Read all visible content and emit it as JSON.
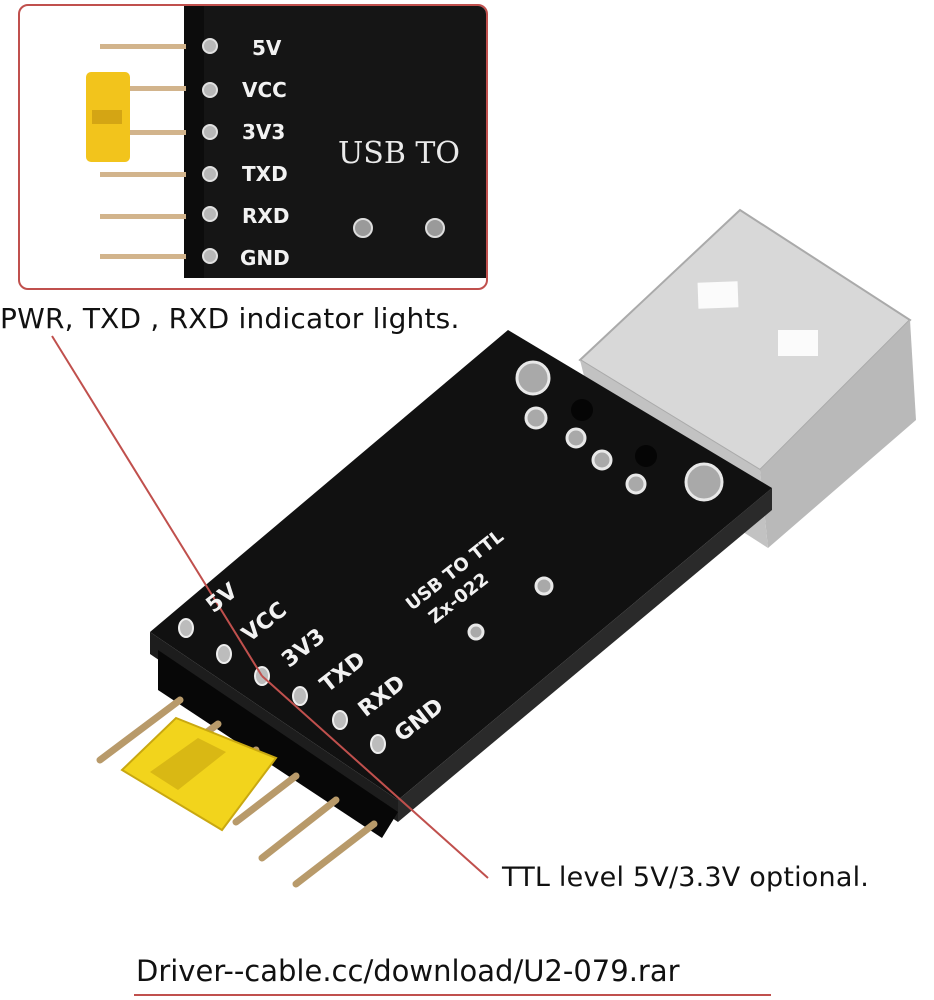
{
  "inset": {
    "pins": [
      "5V",
      "VCC",
      "3V3",
      "TXD",
      "RXD",
      "GND"
    ],
    "silkscreen": "USB TO"
  },
  "board": {
    "pins": [
      "5V",
      "VCC",
      "3V3",
      "TXD",
      "RXD",
      "GND"
    ],
    "silkscreen_line1": "USB TO TTL",
    "silkscreen_line2": "Zx-022"
  },
  "callouts": {
    "top": "PWR, TXD , RXD indicator lights.",
    "bottom": "TTL level 5V/3.3V optional."
  },
  "footer": {
    "driver_link": "Driver--cable.cc/download/U2-079.rar"
  },
  "colors": {
    "accent": "#c0504d",
    "board": "#141414",
    "jumper": "#f2d41c",
    "usb_metal": "#c9c9c9"
  }
}
